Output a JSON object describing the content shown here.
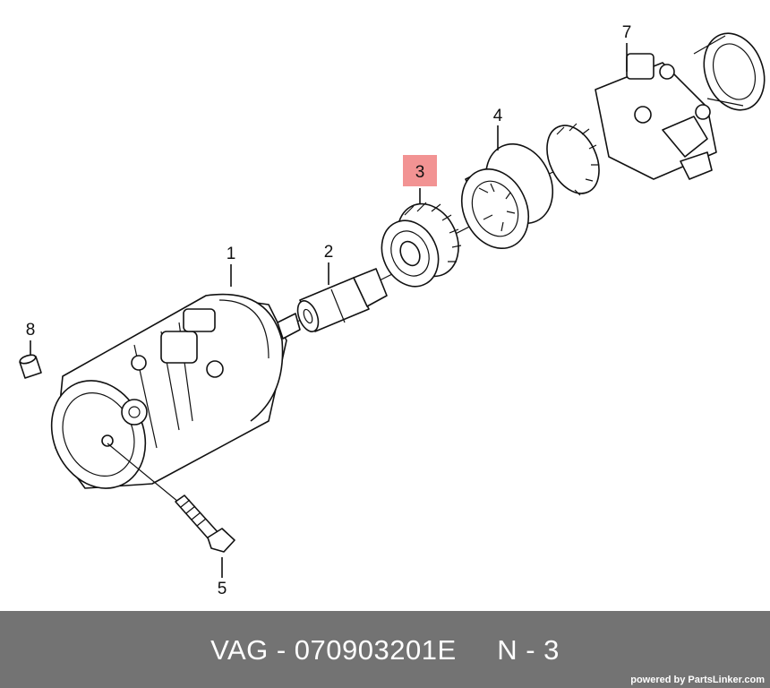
{
  "diagram": {
    "callouts": [
      "1",
      "2",
      "3",
      "4",
      "5",
      "7",
      "8"
    ],
    "highlighted": "3",
    "highlight_color": "#f08080"
  },
  "footer": {
    "part_label": "VAG - 070903201E",
    "position_label": "N - 3",
    "powered_by": "powered by PartsLinker.com",
    "background_color": "#737373"
  }
}
